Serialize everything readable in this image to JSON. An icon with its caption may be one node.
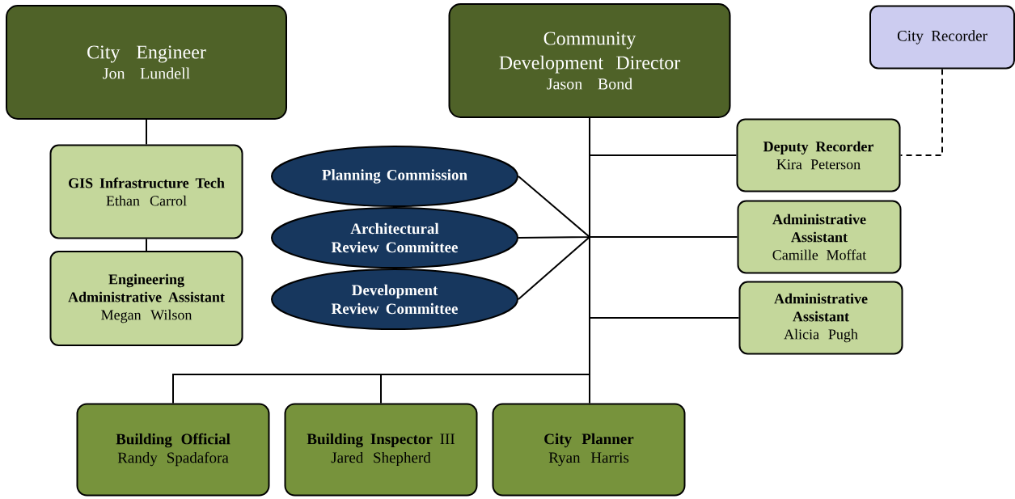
{
  "diagram": {
    "nodes": [
      {
        "text": [
          "City Engineer",
          "Jon Lundell"
        ]
      },
      {
        "text": [
          "GIS Infrastructure Tech",
          "Ethan Carrol"
        ]
      },
      {
        "text": [
          "Engineering Administrative Assistant",
          "Megan Wilson"
        ]
      },
      {
        "text": [
          "Community Development Director",
          "Jason Bond"
        ]
      },
      {
        "text": [
          "City Recorder"
        ]
      },
      {
        "text": [
          "Planning Commission"
        ]
      },
      {
        "text": [
          "Architectural Review Committee"
        ]
      },
      {
        "text": [
          "Development Review Committee"
        ]
      },
      {
        "text": [
          "Deputy Recorder",
          "Kira Peterson"
        ]
      },
      {
        "text": [
          "Administrative Assistant",
          "Camille Moffat"
        ]
      },
      {
        "text": [
          "Administrative Assistant",
          "Alicia Pugh"
        ]
      },
      {
        "text": [
          "Building Official",
          "Randy Spadafora"
        ]
      },
      {
        "text": [
          "**Building Inspector** III",
          "Jared Shepherd"
        ]
      },
      {
        "text": [
          "City Planner",
          "Ryan Harris"
        ]
      }
    ],
    "edges": [
      {
        "from": 0,
        "to": 1,
        "arrow": "none"
      },
      {
        "from": 1,
        "to": 2,
        "arrow": "none"
      },
      {
        "from": 3,
        "to": 8,
        "arrow": "none"
      },
      {
        "from": 3,
        "to": 9,
        "arrow": "none"
      },
      {
        "from": 3,
        "to": 10,
        "arrow": "none"
      },
      {
        "from": 3,
        "to": 11,
        "arrow": "none"
      },
      {
        "from": 3,
        "to": 12,
        "arrow": "none"
      },
      {
        "from": 3,
        "to": 13,
        "arrow": "none"
      },
      {
        "from": 5,
        "to": 3,
        "arrow": "none"
      },
      {
        "from": 6,
        "to": 3,
        "arrow": "none"
      },
      {
        "from": 7,
        "to": 3,
        "arrow": "none"
      },
      {
        "from": 4,
        "to": 8,
        "arrow": "none",
        "style": "dashed"
      }
    ]
  }
}
